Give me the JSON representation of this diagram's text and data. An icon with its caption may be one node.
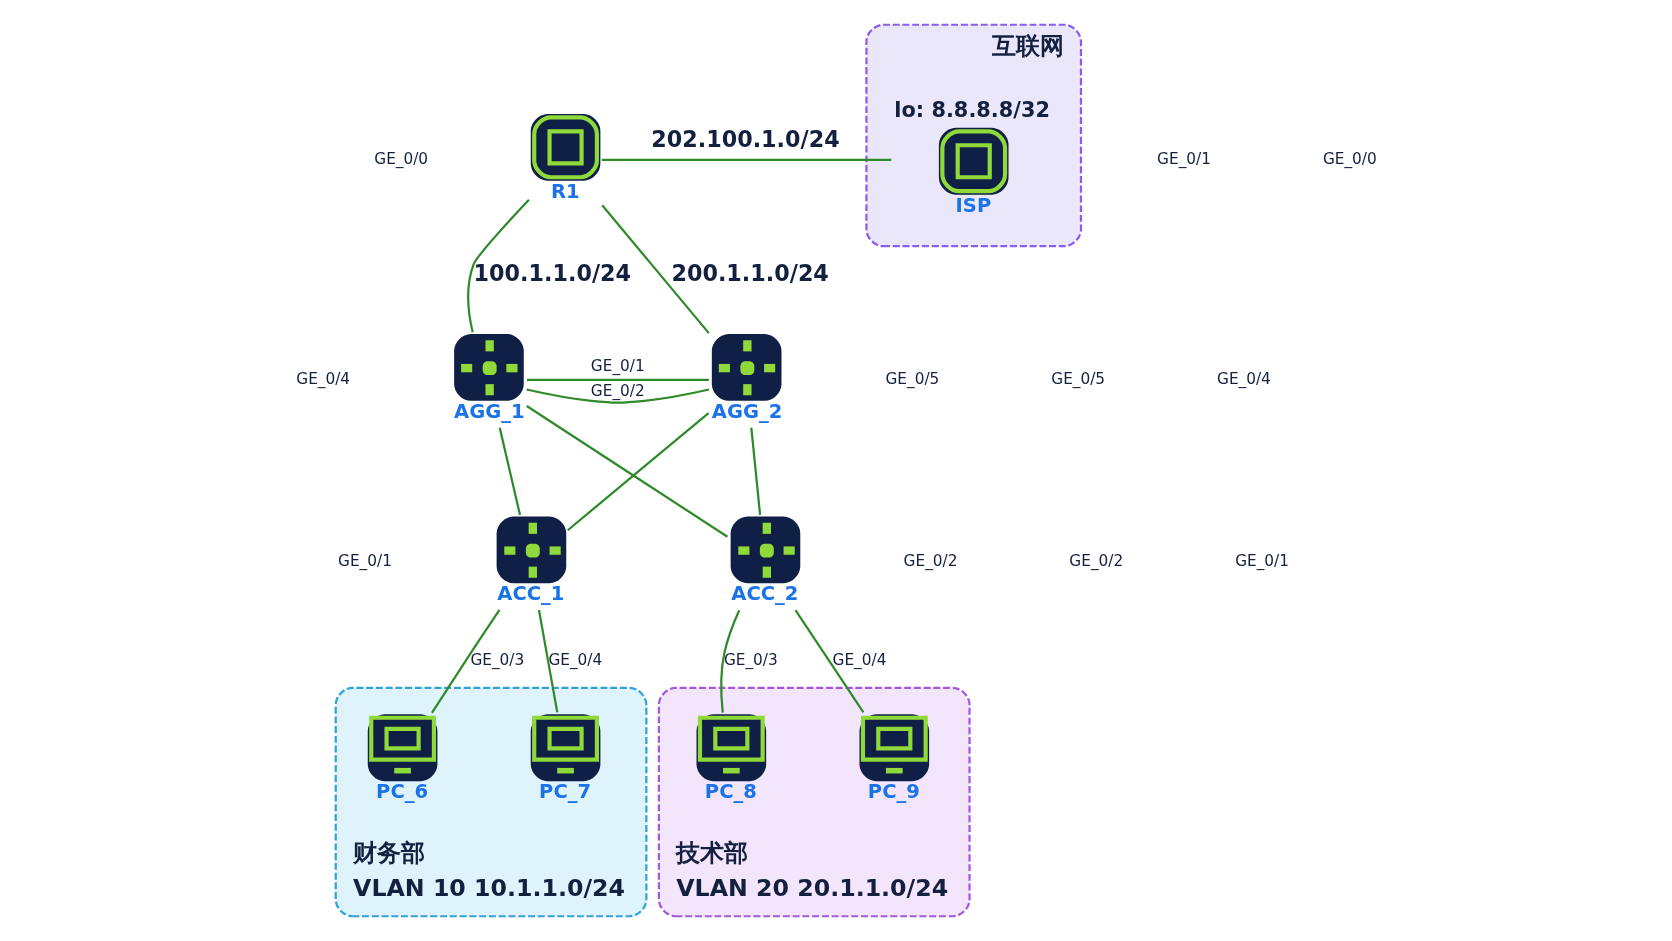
{
  "diagram": {
    "nodes": [
      {
        "text": [
          "R1"
        ]
      },
      {
        "text": [
          "互联网"
        ]
      },
      {
        "text": [
          "ISP"
        ],
        "in": 1,
        "beside": [
          "lo: 8.8.8.8/32"
        ]
      },
      {
        "text": [
          "AGG_1"
        ]
      },
      {
        "text": [
          "AGG_2"
        ]
      },
      {
        "text": [
          "ACC_1"
        ]
      },
      {
        "text": [
          "ACC_2"
        ]
      },
      {
        "text": [
          "财务部",
          "VLAN 10 10.1.1.0/24"
        ]
      },
      {
        "text": [
          "PC_6"
        ],
        "in": 7
      },
      {
        "text": [
          "PC_7"
        ],
        "in": 7
      },
      {
        "text": [
          "技术部",
          "VLAN 20 20.1.1.0/24"
        ]
      },
      {
        "text": [
          "PC_8"
        ],
        "in": 10
      },
      {
        "text": [
          "PC_9"
        ],
        "in": 10
      }
    ],
    "edges": [
      {
        "from": 0,
        "to": 3,
        "arrow": "none",
        "label": "100.1.1.0/24"
      },
      {
        "from": 0,
        "to": 4,
        "arrow": "none",
        "label": "200.1.1.0/24"
      },
      {
        "from": 0,
        "to": 2,
        "arrow": "none",
        "label": "202.100.1.0/24"
      },
      {
        "from": 3,
        "to": 4,
        "arrow": "none",
        "label": "GE_0/1"
      },
      {
        "from": 3,
        "to": 4,
        "arrow": "none",
        "label": "GE_0/2"
      },
      {
        "from": 3,
        "to": 5,
        "arrow": "none"
      },
      {
        "from": 3,
        "to": 6,
        "arrow": "none"
      },
      {
        "from": 4,
        "to": 5,
        "arrow": "none"
      },
      {
        "from": 4,
        "to": 6,
        "arrow": "none"
      },
      {
        "from": 5,
        "to": 8,
        "arrow": "none",
        "label": "GE_0/3"
      },
      {
        "from": 5,
        "to": 9,
        "arrow": "none",
        "label": "GE_0/4"
      },
      {
        "from": 6,
        "to": 11,
        "arrow": "none",
        "label": "GE_0/3"
      },
      {
        "from": 6,
        "to": 12,
        "arrow": "none",
        "label": "GE_0/4"
      }
    ],
    "labels": [
      "GE_0/0",
      "GE_0/1",
      "GE_0/0",
      "GE_0/4",
      "GE_0/5",
      "GE_0/5",
      "GE_0/4",
      "GE_0/1",
      "GE_0/2",
      "GE_0/2",
      "GE_0/1"
    ]
  }
}
